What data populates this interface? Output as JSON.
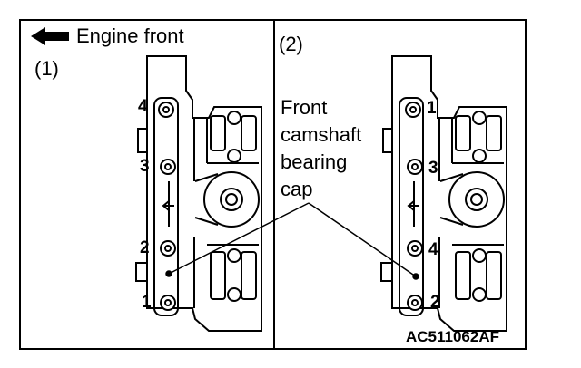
{
  "header": {
    "direction_label": "Engine front",
    "direction_icon": "arrow-left-icon"
  },
  "panels": [
    {
      "label": "(1)",
      "bolt_numbers": [
        "4",
        "3",
        "2",
        "1"
      ]
    },
    {
      "label": "(2)",
      "bolt_numbers": [
        "1",
        "3",
        "4",
        "2"
      ]
    }
  ],
  "callout": {
    "lines": [
      "Front",
      "camshaft",
      "bearing",
      "cap"
    ]
  },
  "figure_code": "AC511062AF"
}
